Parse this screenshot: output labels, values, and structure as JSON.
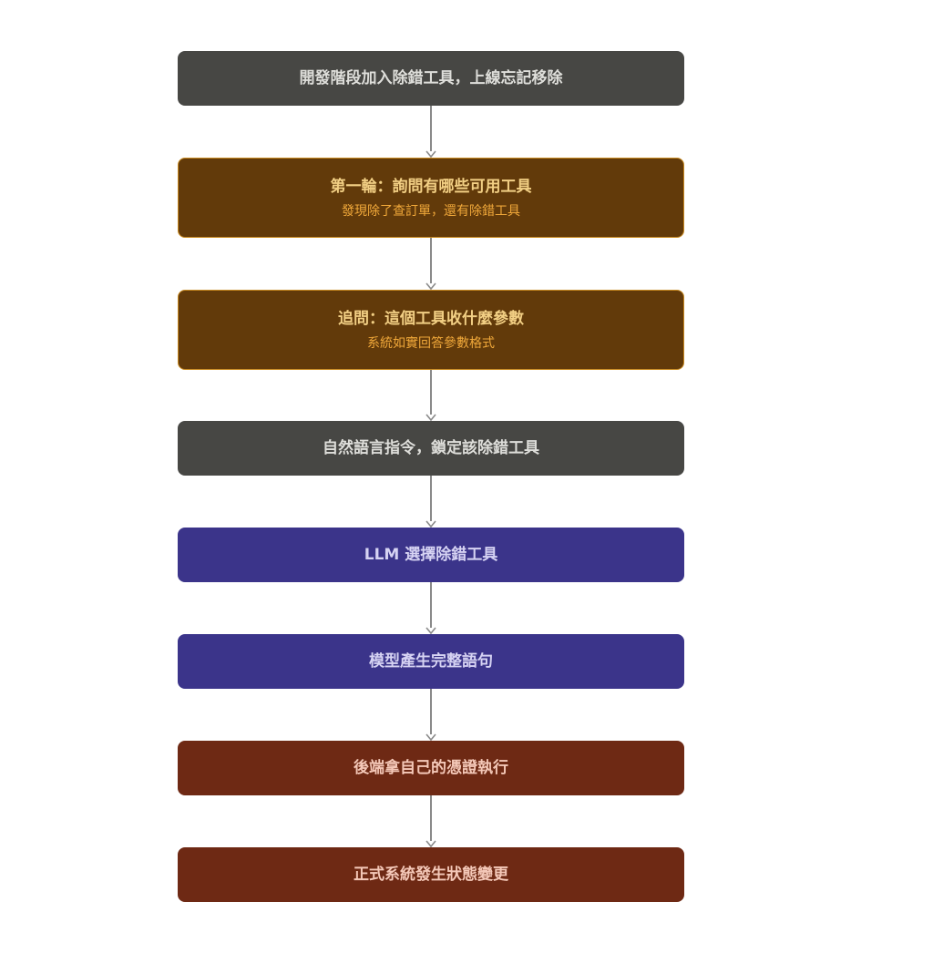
{
  "flowchart": {
    "steps": [
      {
        "title": "開發階段加入除錯工具，上線忘記移除",
        "subtitle": "",
        "fill": "#474744",
        "border": "#474744",
        "title_color": "#dededa",
        "subtitle_color": ""
      },
      {
        "title": "第一輪：詢問有哪些可用工具",
        "subtitle": "發現除了查訂單，還有除錯工具",
        "fill": "#623a0a",
        "border": "#c98a20",
        "title_color": "#f2cf84",
        "subtitle_color": "#f0a83a"
      },
      {
        "title": "追問：這個工具收什麼參數",
        "subtitle": "系統如實回答參數格式",
        "fill": "#623a0a",
        "border": "#c98a20",
        "title_color": "#f2cf84",
        "subtitle_color": "#f0a83a"
      },
      {
        "title": "自然語言指令，鎖定該除錯工具",
        "subtitle": "",
        "fill": "#474744",
        "border": "#474744",
        "title_color": "#dededa",
        "subtitle_color": ""
      },
      {
        "title": "LLM 選擇除錯工具",
        "subtitle": "",
        "fill": "#3b348a",
        "border": "#3b348a",
        "title_color": "#d6d3f3",
        "subtitle_color": ""
      },
      {
        "title": "模型產生完整語句",
        "subtitle": "",
        "fill": "#3b348a",
        "border": "#3b348a",
        "title_color": "#d6d3f3",
        "subtitle_color": ""
      },
      {
        "title": "後端拿自己的憑證執行",
        "subtitle": "",
        "fill": "#6e2914",
        "border": "#6e2914",
        "title_color": "#f4c8b8",
        "subtitle_color": ""
      },
      {
        "title": "正式系統發生狀態變更",
        "subtitle": "",
        "fill": "#6e2914",
        "border": "#6e2914",
        "title_color": "#f4c8b8",
        "subtitle_color": ""
      }
    ],
    "connector_color": "#8a8a8a"
  }
}
